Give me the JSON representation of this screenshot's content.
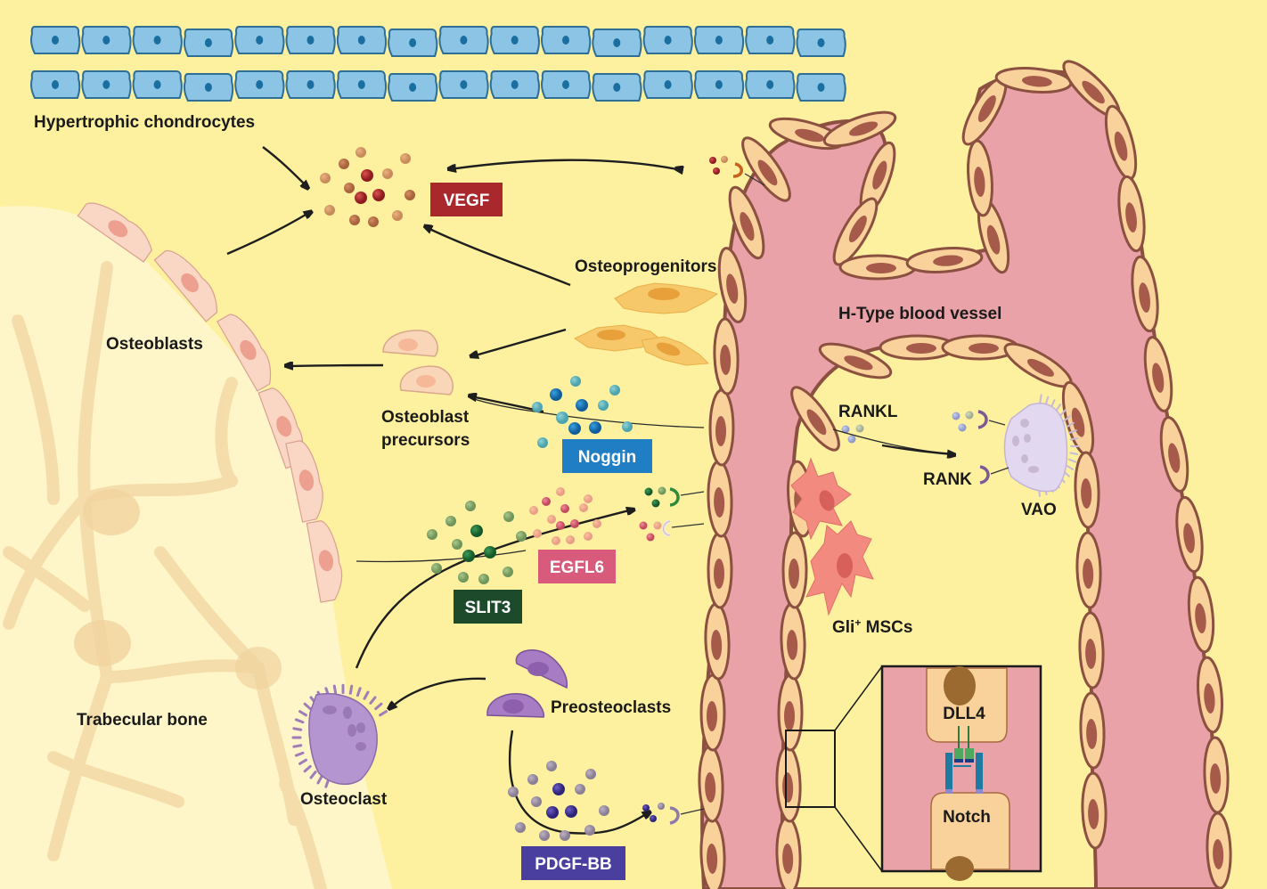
{
  "labels": {
    "hypertrophic_chondrocytes": "Hypertrophic chondrocytes",
    "osteoblasts": "Osteoblasts",
    "trabecular_bone": "Trabecular bone",
    "osteoprogenitors": "Osteoprogenitors",
    "osteoblast_precursors_line1": "Osteoblast",
    "osteoblast_precursors_line2": "precursors",
    "h_type_vessel": "H-Type blood vessel",
    "rankl": "RANKL",
    "rank": "RANK",
    "vao": "VAO",
    "gli_mscs_prefix": "Gli",
    "gli_mscs_sup": "+",
    "gli_mscs_suffix": " MSCs",
    "preosteoclasts": "Preosteoclasts",
    "osteoclast": "Osteoclast",
    "dll4": "DLL4",
    "notch": "Notch"
  },
  "factors": [
    {
      "id": "vegf",
      "label": "VEGF",
      "color": "#a8282c"
    },
    {
      "id": "noggin",
      "label": "Noggin",
      "color": "#1f7ec4"
    },
    {
      "id": "egfl6",
      "label": "EGFL6",
      "color": "#d95b7c"
    },
    {
      "id": "slit3",
      "label": "SLIT3",
      "color": "#1e4a2c"
    },
    {
      "id": "pdgfbb",
      "label": "PDGF-BB",
      "color": "#4a3f9e"
    }
  ],
  "colors": {
    "background": "#fdf1a0",
    "bone": "#fef6c8",
    "vessel_lumen": "#e9a3a8",
    "endothelial": "#f8d29a",
    "endothelial_outline": "#8c5040",
    "chondrocyte": "#8cc4e6",
    "chondrocyte_outline": "#2f6f95"
  },
  "chondrocyte_rows": 2,
  "chondrocytes_per_row": 16
}
